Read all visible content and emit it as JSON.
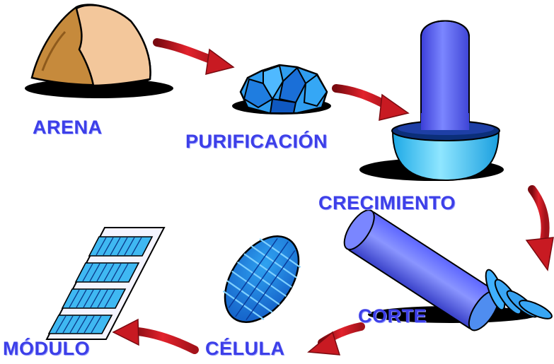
{
  "diagram": {
    "labels": {
      "arena": "ARENA",
      "purificacion": "PURIFICACIÓN",
      "crecimiento": "CRECIMIENTO",
      "corte": "CORTE",
      "celula": "CÉLULA",
      "modulo": "MÓDULO"
    },
    "colors": {
      "label_text": "#3d3fe8",
      "arrow": "#d8202a",
      "sand": "#c68a3c",
      "sand_light": "#f3c79b",
      "crystal": "#2f9df0",
      "ingot": "#5a6ae8",
      "crucible": "#39c7f2",
      "shadow": "#000000"
    }
  }
}
